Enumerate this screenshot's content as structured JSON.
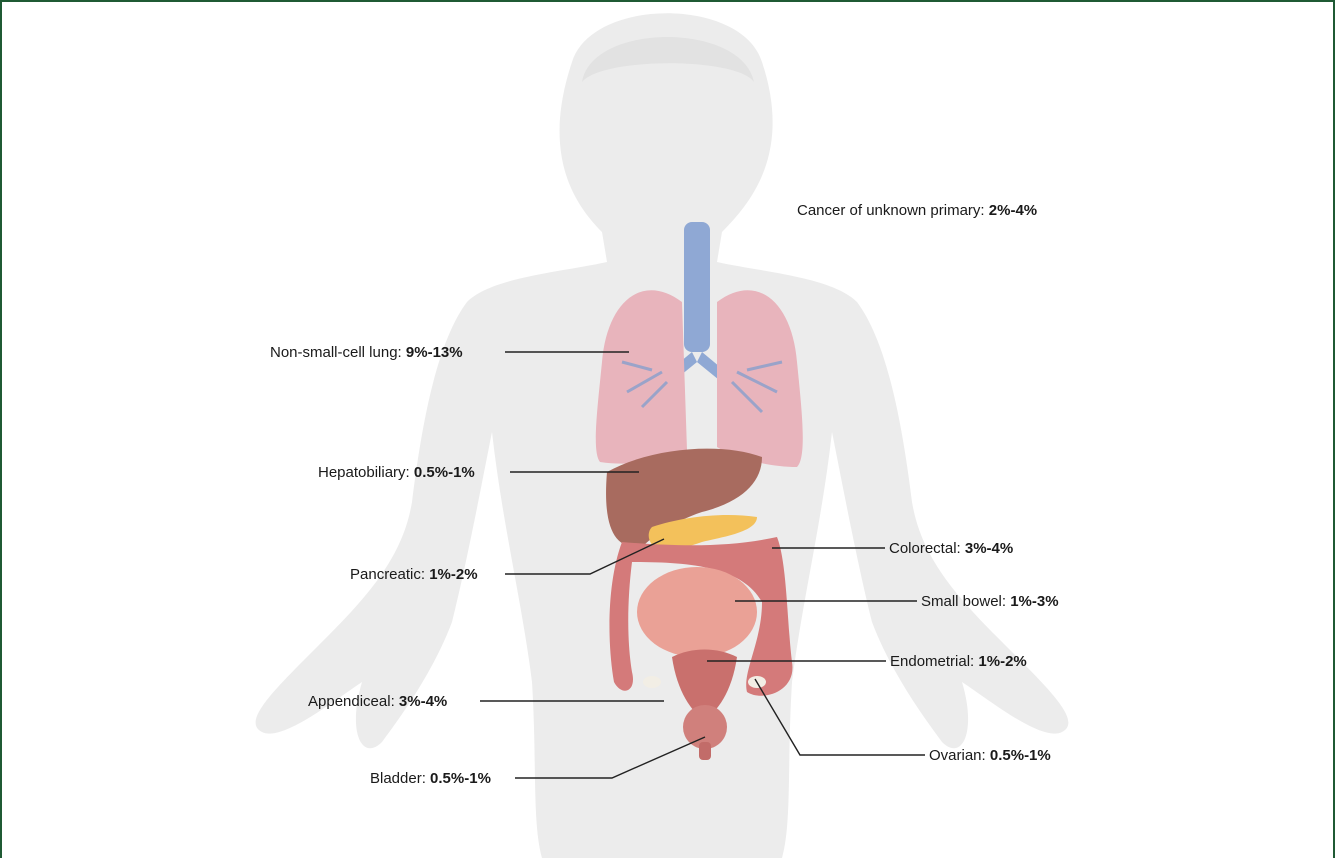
{
  "labels": {
    "cup": {
      "name": "Cancer of unknown primary:",
      "value": "2%-4%"
    },
    "nsclc": {
      "name": "Non-small-cell lung:",
      "value": "9%-13%"
    },
    "hepatobiliary": {
      "name": "Hepatobiliary:",
      "value": "0.5%-1%"
    },
    "pancreatic": {
      "name": "Pancreatic:",
      "value": "1%-2%"
    },
    "colorectal": {
      "name": "Colorectal:",
      "value": "3%-4%"
    },
    "small_bowel": {
      "name": "Small bowel:",
      "value": "1%-3%"
    },
    "endometrial": {
      "name": "Endometrial:",
      "value": "1%-2%"
    },
    "appendiceal": {
      "name": "Appendiceal:",
      "value": "3%-4%"
    },
    "ovarian": {
      "name": "Ovarian:",
      "value": "0.5%-1%"
    },
    "bladder": {
      "name": "Bladder:",
      "value": "0.5%-1%"
    }
  },
  "colors": {
    "frame": "#1f5a34",
    "body_silhouette": "#ececec",
    "trachea": "#8fa8d4",
    "lung": "#e8b4bc",
    "liver": "#a86b5f",
    "pancreas": "#f3c15b",
    "colon": "#d47a7a",
    "small_bowel": "#eaa196",
    "uterus": "#c9706d",
    "leader_line": "#222222"
  }
}
